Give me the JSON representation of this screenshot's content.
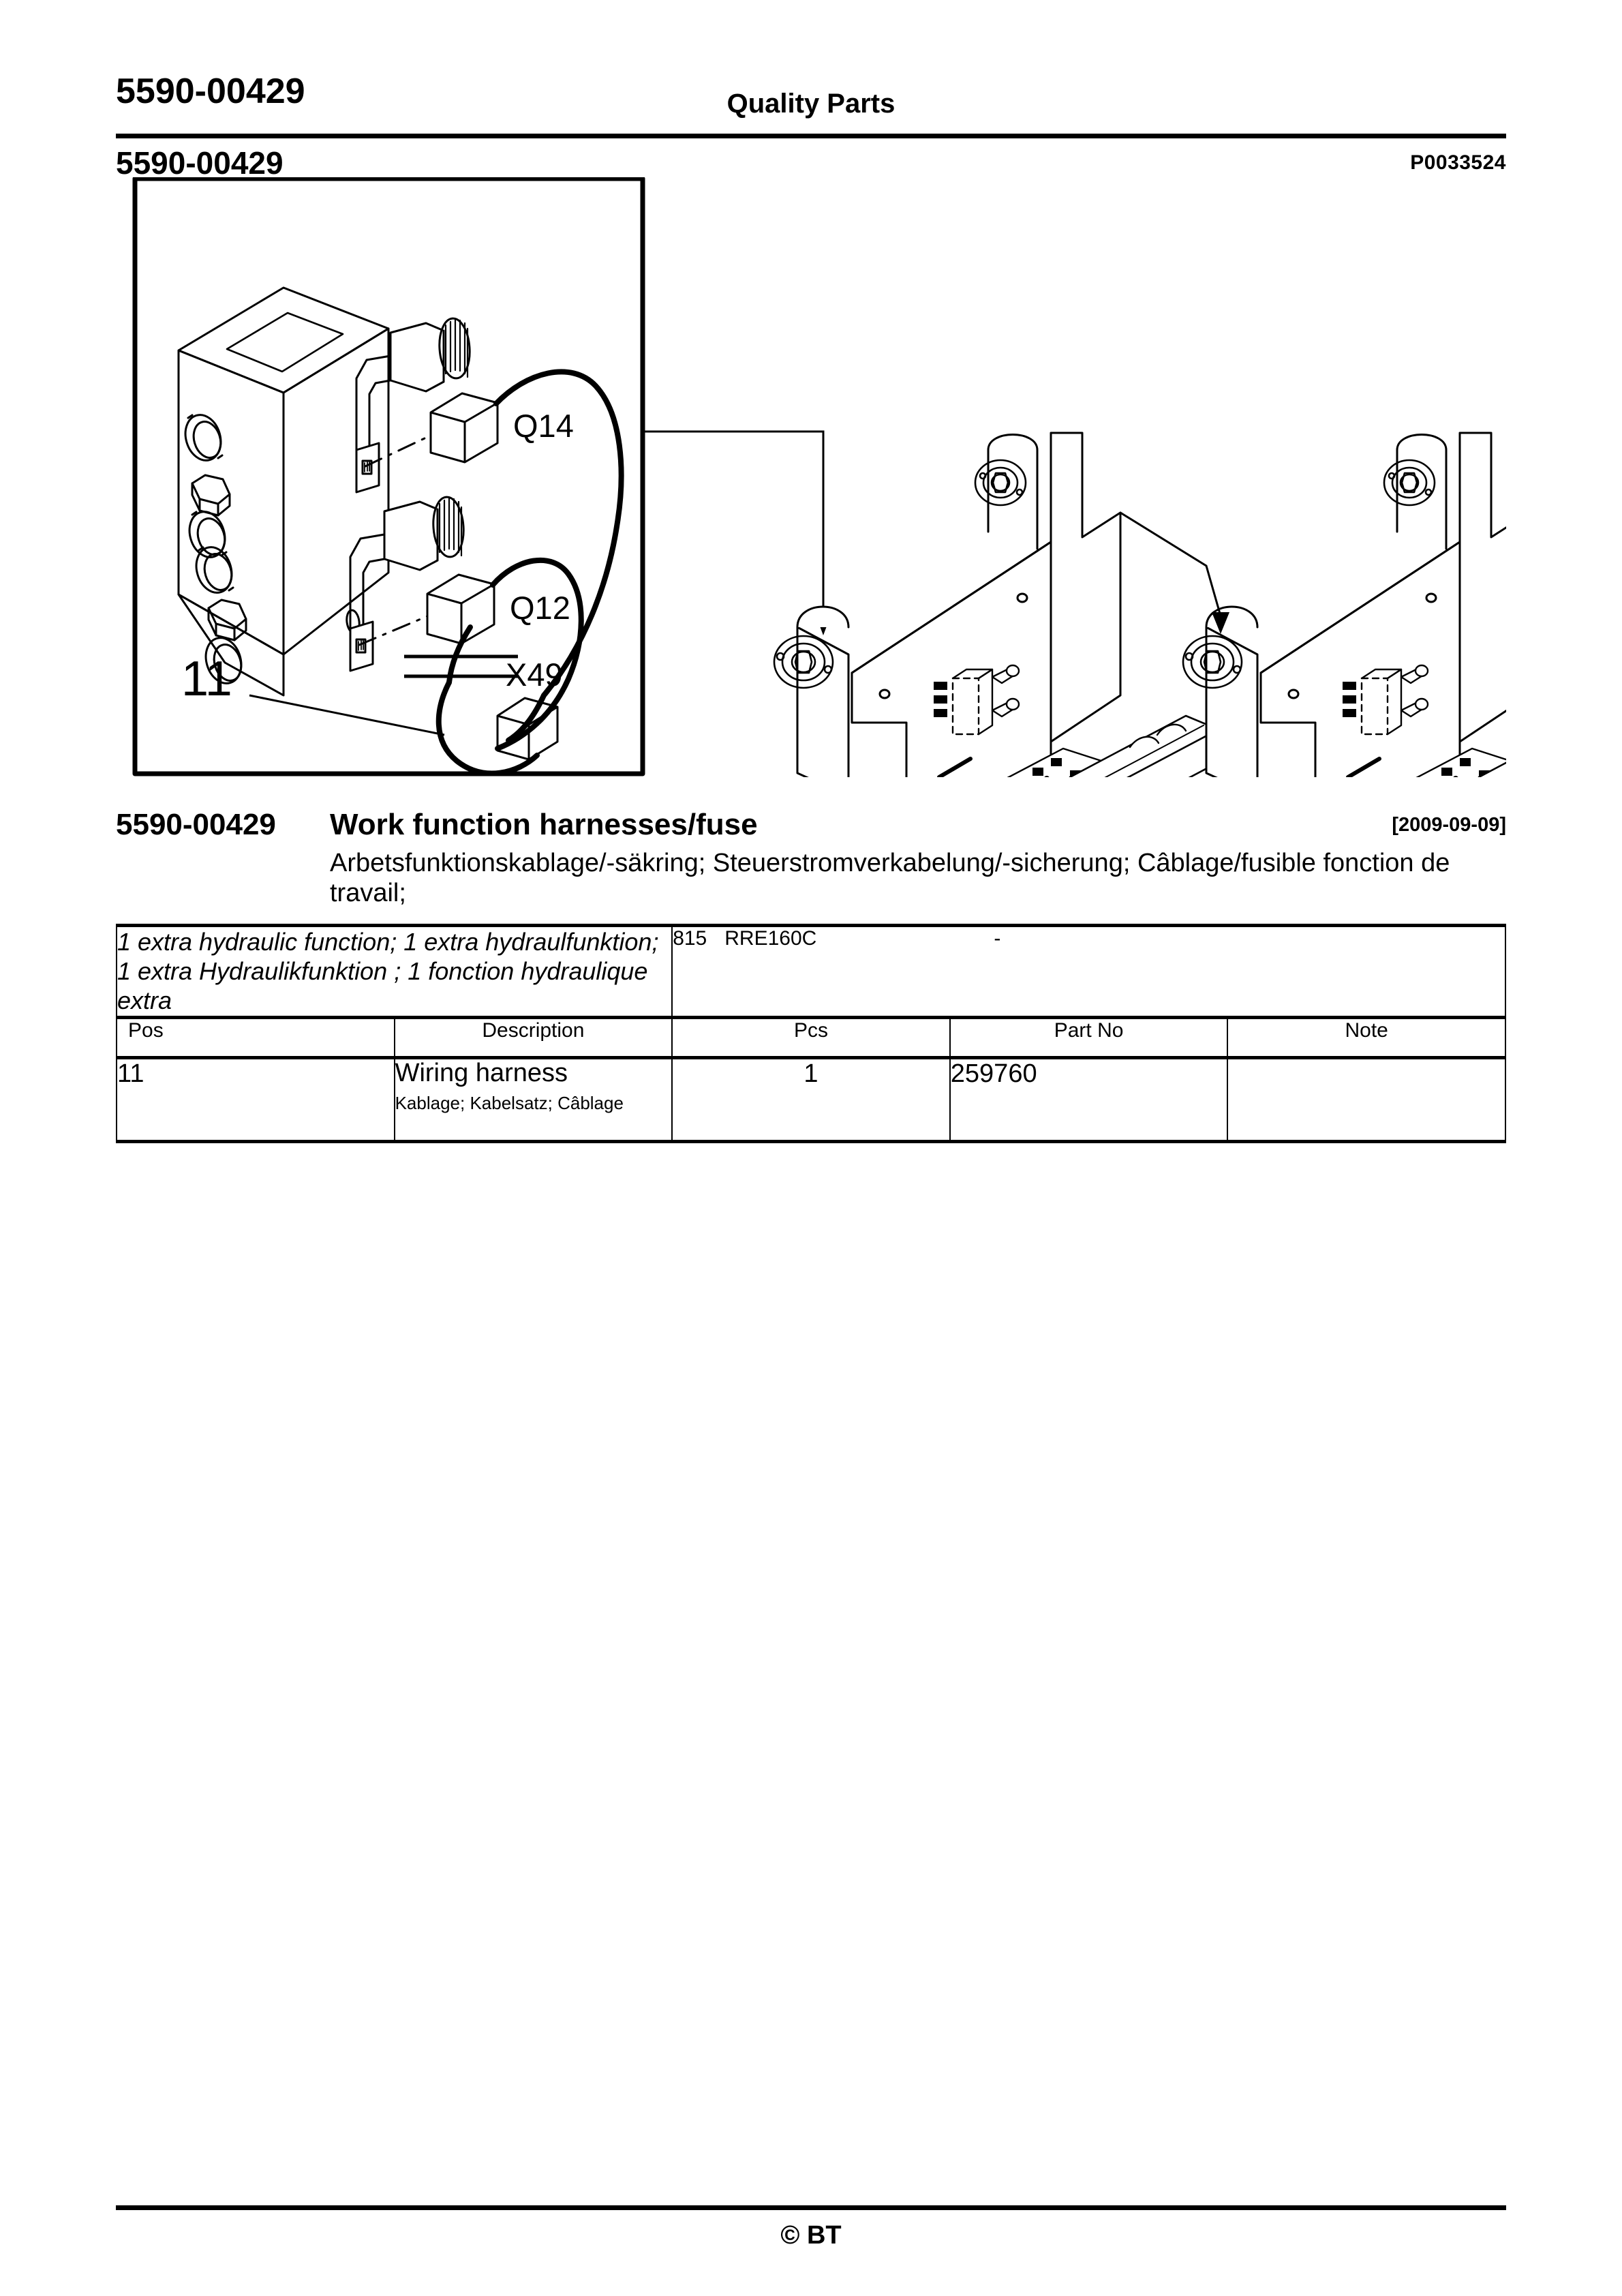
{
  "header": {
    "doc_code": "5590-00429",
    "title": "Quality Parts",
    "sheet_code": "5590-00429",
    "drawing_no": "P0033524"
  },
  "illustration": {
    "callout_number": "11",
    "connector_q14": "Q14",
    "connector_q12": "Q12",
    "connector_x49": "X49"
  },
  "title_block": {
    "code": "5590-00429",
    "name": "Work function harnesses/fuse",
    "date": "[2009-09-09]",
    "translations": "Arbetsfunktionskablage/-säkring; Steuerstromverkabelung/-sicherung; Câblage/fusible fonction de travail;"
  },
  "table": {
    "variant_text": "1 extra hydraulic function; 1 extra hydraulfunktion; 1 extra Hydraulikfunktion ; 1 fonction hydraulique extra",
    "model_number": "815",
    "model_name": "RRE160C",
    "model_note": "-",
    "columns": {
      "pos": "Pos",
      "description": "Description",
      "pcs": "Pcs",
      "part_no": "Part No",
      "note": "Note"
    },
    "rows": [
      {
        "pos": "11",
        "description": "Wiring harness",
        "description_translations": "Kablage; Kabelsatz; Câblage",
        "pcs": "1",
        "part_no": "259760",
        "note": ""
      }
    ]
  },
  "footer": {
    "copyright": "© BT"
  }
}
